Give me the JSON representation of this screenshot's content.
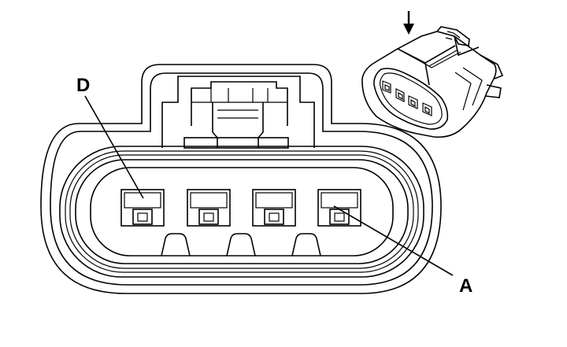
{
  "diagram": {
    "type": "connector-face-view",
    "pin_count": 4,
    "callouts": {
      "first_pin": "D",
      "last_pin": "A"
    },
    "colors": {
      "line": "#000000",
      "background": "#ffffff"
    },
    "icons": [
      "down-arrow-icon"
    ]
  }
}
